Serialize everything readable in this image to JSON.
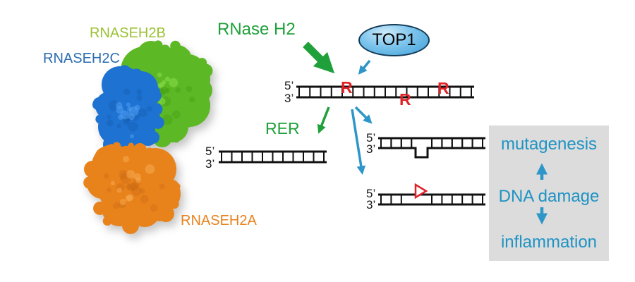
{
  "subunit_labels": {
    "rnaseh2b": "RNASEH2B",
    "rnaseh2c": "RNASEH2C",
    "rnaseh2a": "RNASEH2A"
  },
  "enzyme": {
    "label": "RNase H2"
  },
  "top1": {
    "label": "TOP1"
  },
  "pathway": {
    "rer_label": "RER"
  },
  "strand": {
    "five_prime": "5’",
    "three_prime": "3’"
  },
  "ribonucleotide": {
    "mark": "R"
  },
  "outcomes": {
    "mutagenesis": "mutagenesis",
    "dna_damage": "DNA damage",
    "inflammation": "inflammation"
  },
  "colors": {
    "rnaseh2b_green": "#9ac032",
    "rnaseh2c_blue": "#2d6db0",
    "rnaseh2a_orange": "#e8821e",
    "enzyme_green": "#1fa03a",
    "arrow_blue": "#2e96c8",
    "outcome_teal": "#1e93c4",
    "ribonucleotide_red": "#e02228",
    "panel_gray": "#dcdcdc",
    "top1_blue": "#55b1e4",
    "protein_green": "#5cb824",
    "protein_blue": "#1e72d2",
    "protein_orange": "#e8831c"
  }
}
